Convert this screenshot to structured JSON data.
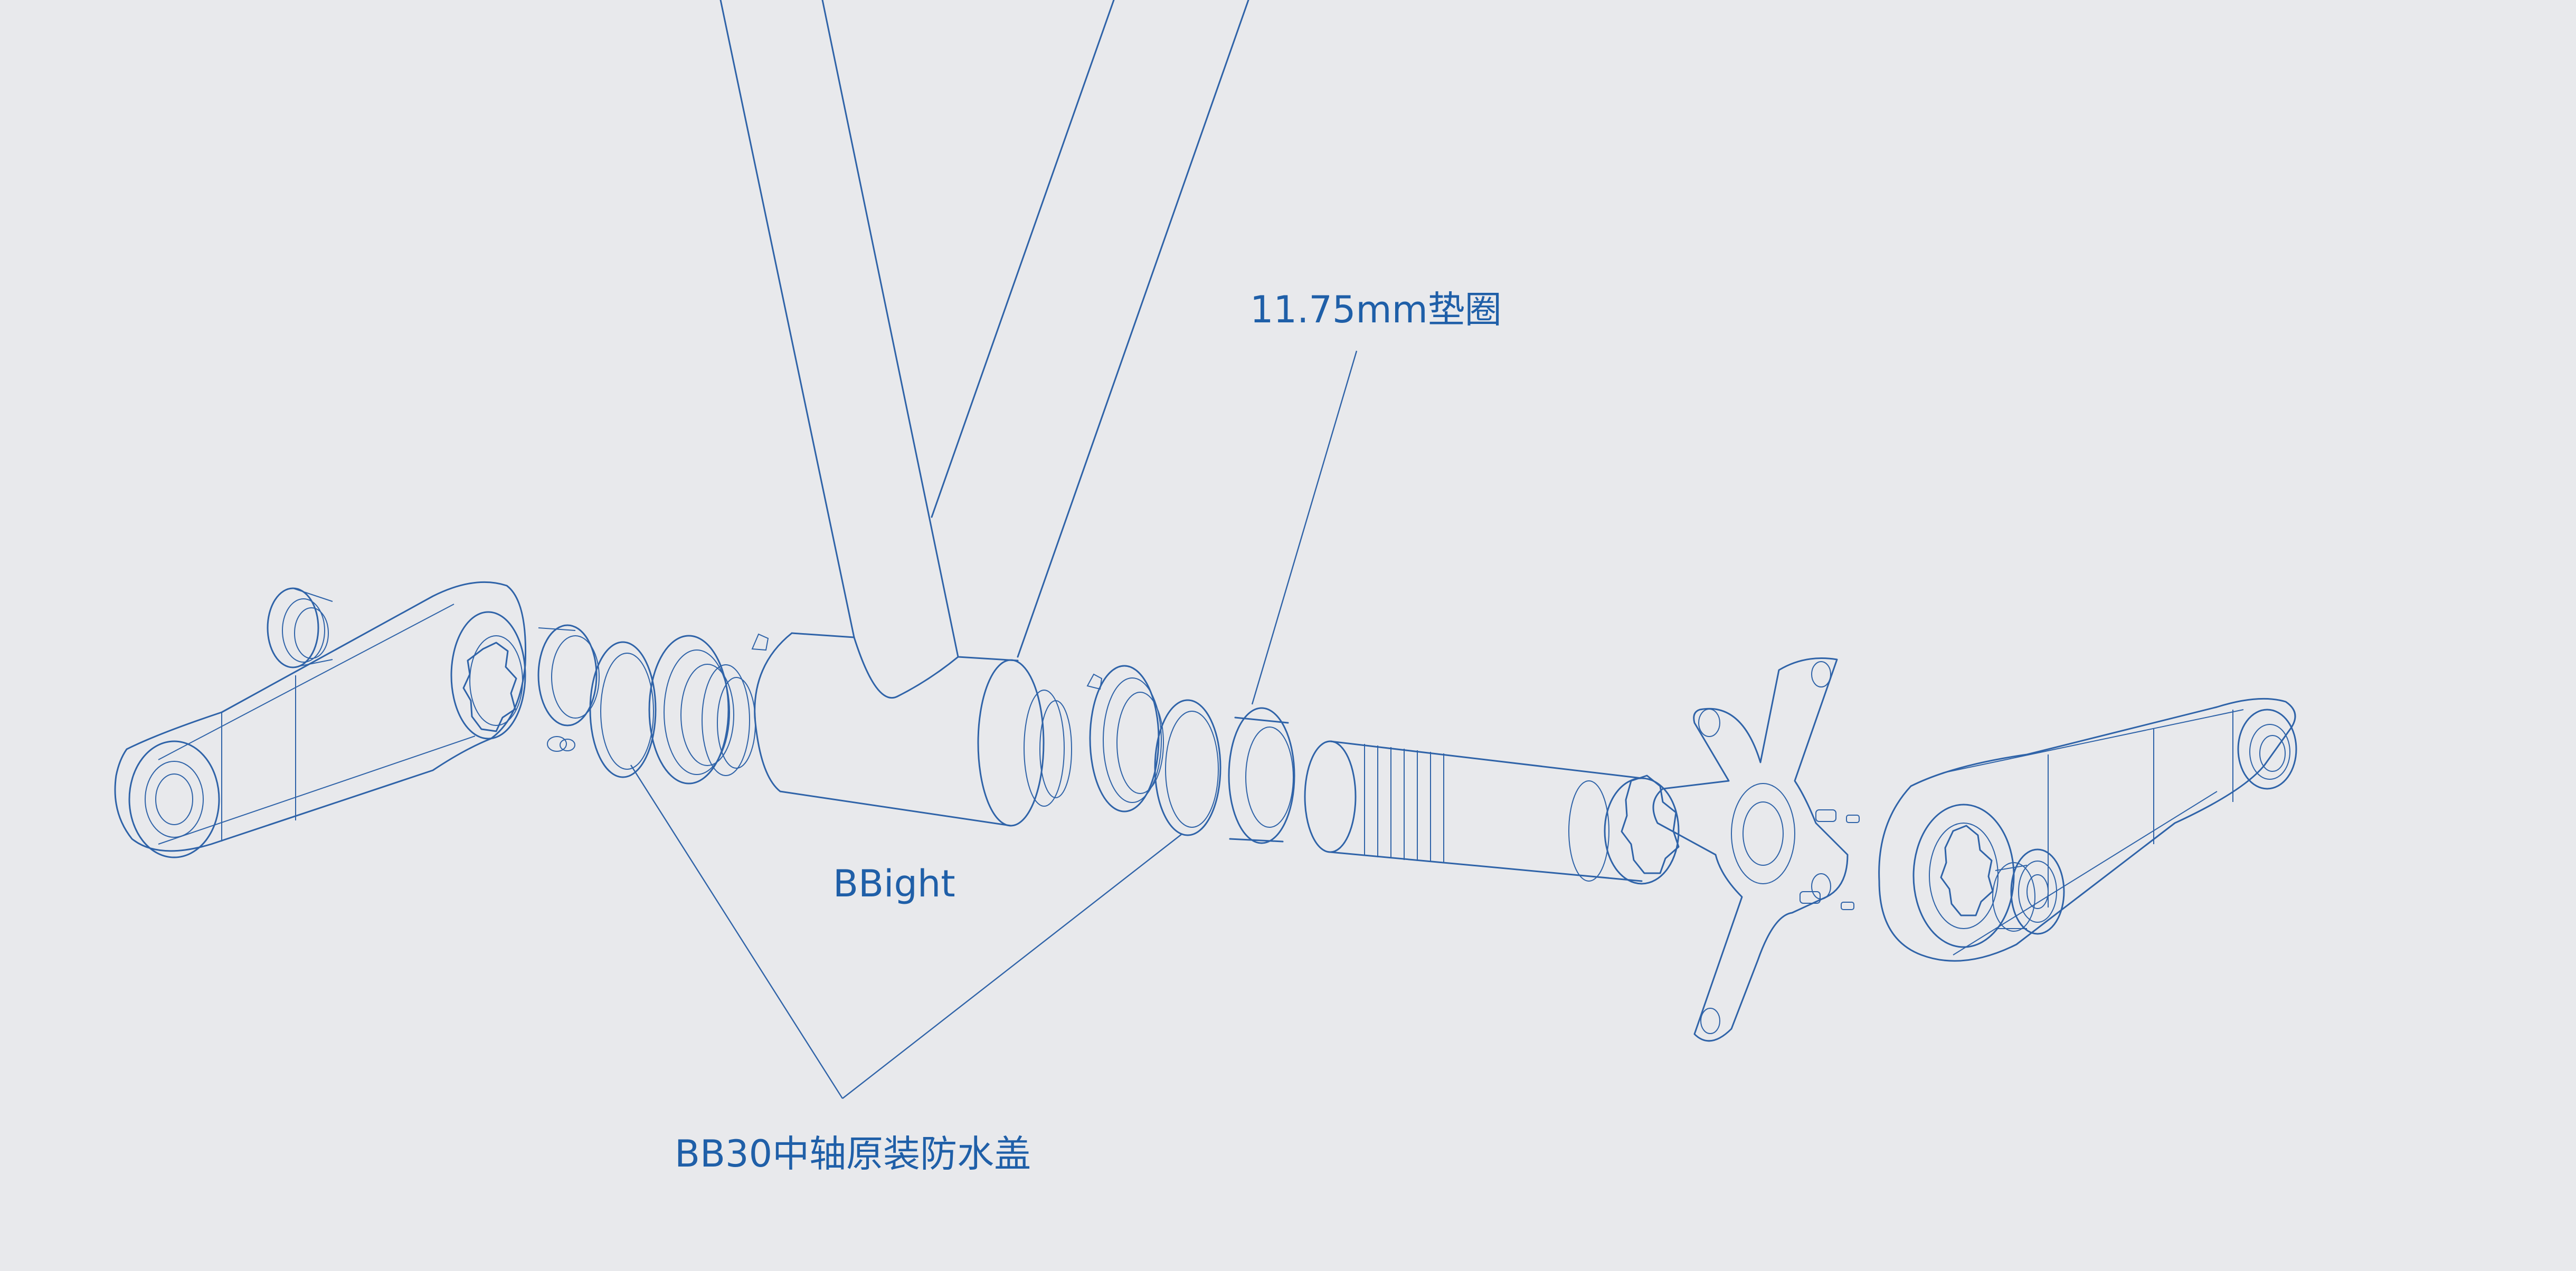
{
  "labels": {
    "spacer": "11.75mm垫圈",
    "bbright": "BBight",
    "bb30_cap": "BB30中轴原装防水盖"
  },
  "colors": {
    "background": "#e8e9ec",
    "line": "#2f63a8",
    "label": "#1f5fa8"
  }
}
